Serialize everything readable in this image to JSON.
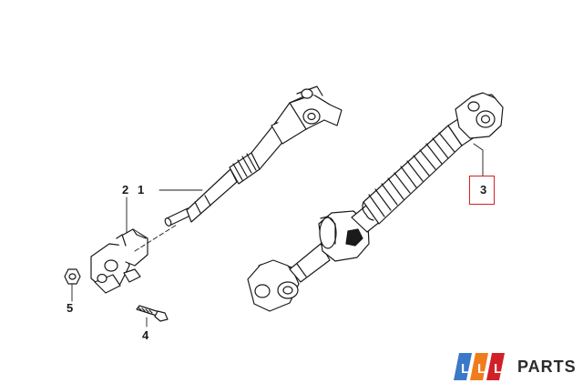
{
  "callouts": {
    "part_1": "1",
    "part_2": "2",
    "part_3": "3",
    "part_4": "4",
    "part_5": "5"
  },
  "logo": {
    "text": "PARTS",
    "mark_letters": "LLL"
  },
  "colors": {
    "highlight": "#d22028",
    "logo_blue": "#3a78c9",
    "logo_orange": "#f07c1e",
    "logo_red": "#d22028",
    "ink": "#1a1a1a"
  }
}
